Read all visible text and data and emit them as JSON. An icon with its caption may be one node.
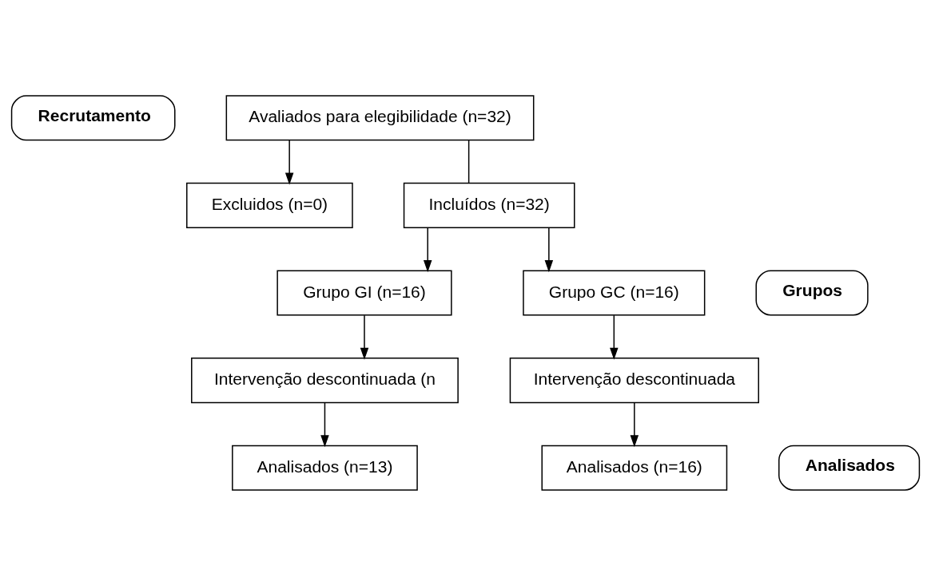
{
  "diagram": {
    "nodes": [
      {
        "text": [
          "Recrutamento"
        ]
      },
      {
        "text": [
          "Avaliados para elegibilidade (n=32)"
        ]
      },
      {
        "text": [
          "Excluidos (n=0)"
        ]
      },
      {
        "text": [
          "Incluídos (n=32)"
        ]
      },
      {
        "text": [
          "Grupo GI (n=16)"
        ]
      },
      {
        "text": [
          "Grupos"
        ]
      },
      {
        "text": [
          "Grupo GC (n=16)"
        ]
      },
      {
        "text": [
          "Intervenção descontinuada (n"
        ]
      },
      {
        "text": [
          "Intervenção descontinuada"
        ]
      },
      {
        "text": [
          "Analisados (n=13)"
        ]
      },
      {
        "text": [
          "Analisados"
        ]
      },
      {
        "text": [
          "Analisados (n=16)"
        ]
      }
    ],
    "edges": [
      {
        "from": 1,
        "to": 2,
        "arrow": "to"
      },
      {
        "from": 1,
        "to": 3,
        "arrow": "none"
      },
      {
        "from": 3,
        "to": 4,
        "arrow": "to"
      },
      {
        "from": 3,
        "to": 6,
        "arrow": "to"
      },
      {
        "from": 4,
        "to": 7,
        "arrow": "to"
      },
      {
        "from": 6,
        "to": 8,
        "arrow": "to"
      },
      {
        "from": 7,
        "to": 9,
        "arrow": "to"
      },
      {
        "from": 8,
        "to": 11,
        "arrow": "to"
      }
    ]
  }
}
